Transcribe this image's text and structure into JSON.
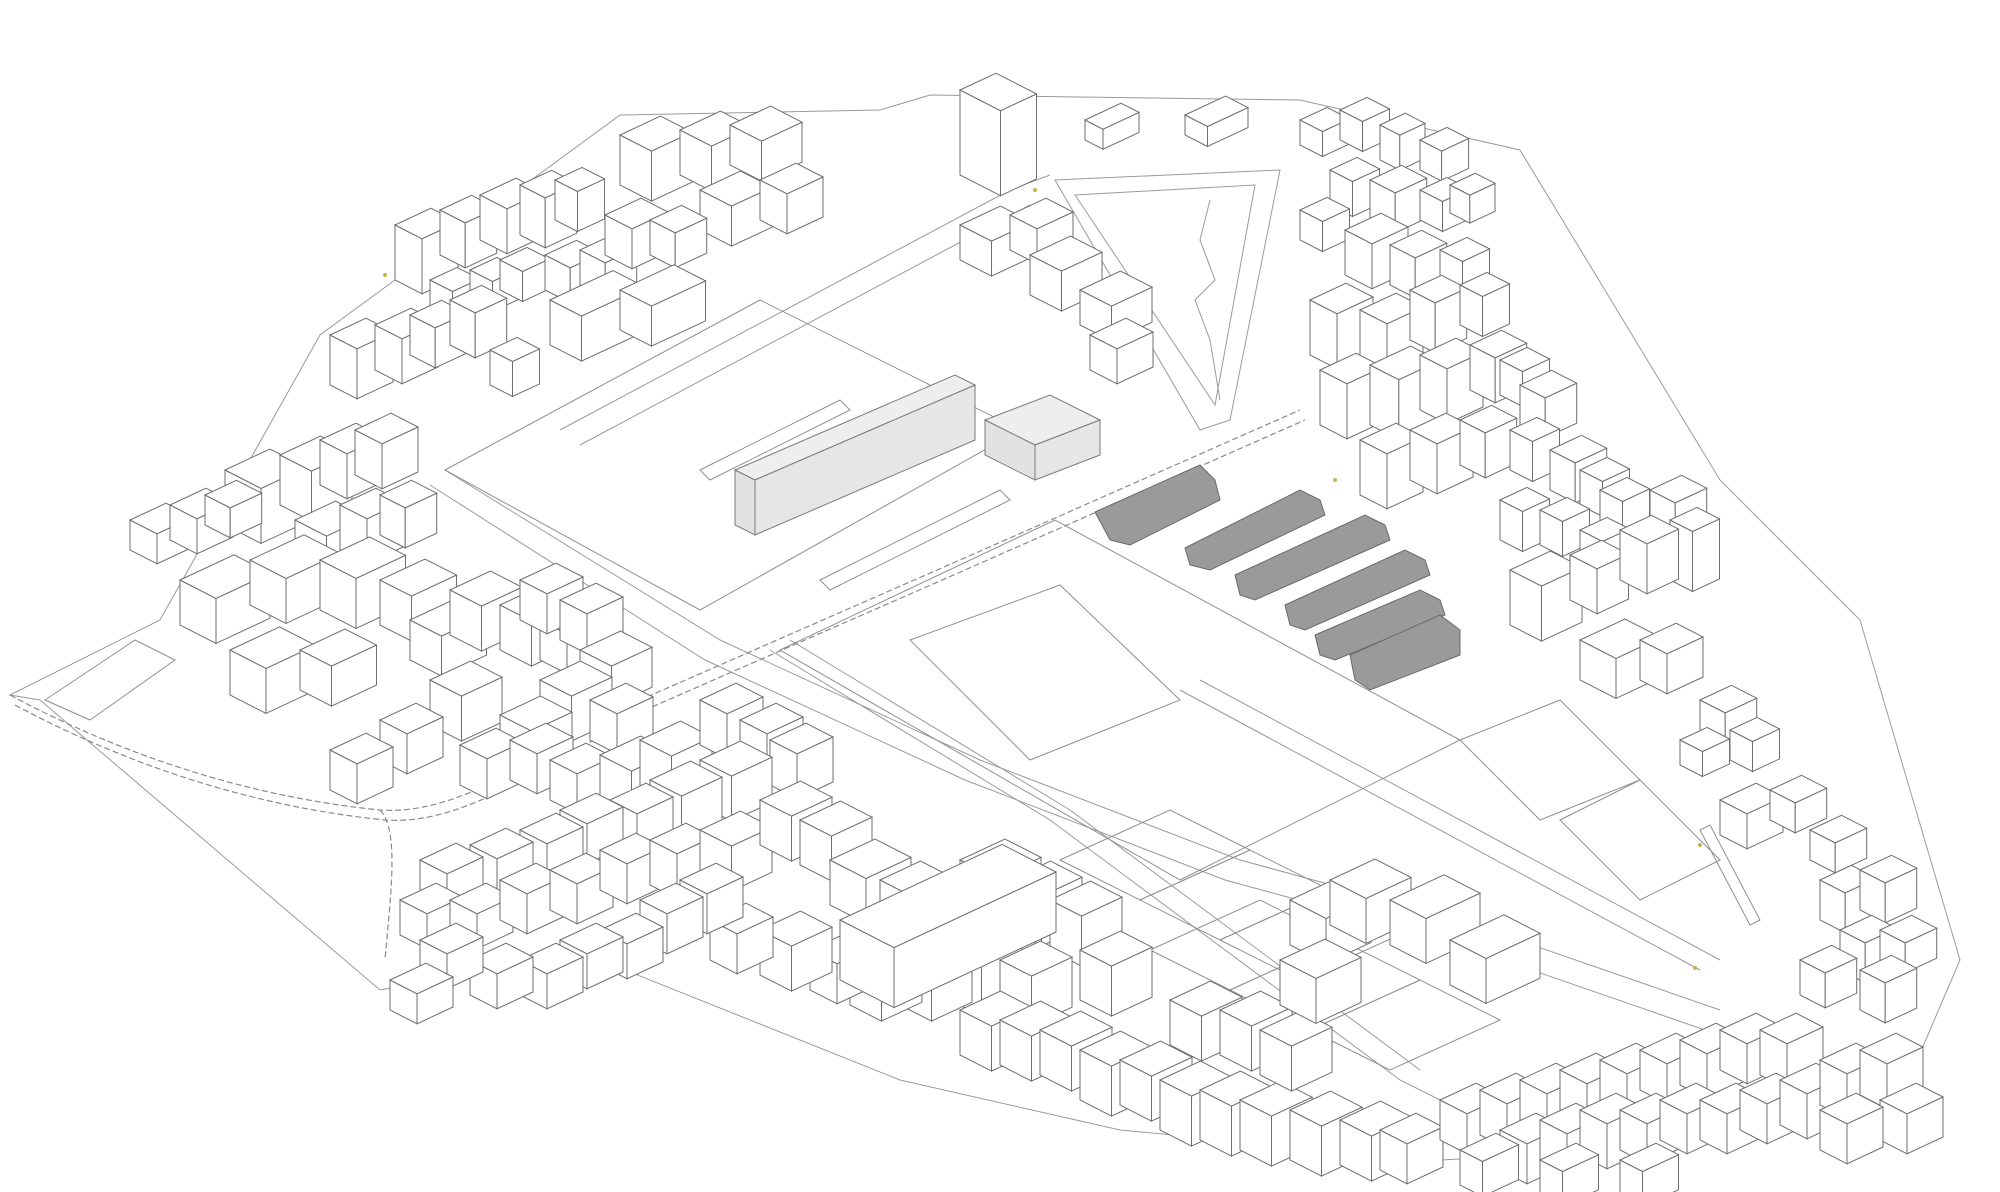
{
  "diagram": {
    "kind": "axonometric-site-plan",
    "colors": {
      "background": "#ffffff",
      "context_line": "#6e6e6e",
      "road_line": "#9a9a9a",
      "highlight_light_top": "#eeeeee",
      "highlight_light_side": "#e2e2e2",
      "highlight_dark_top": "#9a9a9a",
      "highlight_dark_side": "#8a8a8a",
      "marker": "#c9b24a"
    },
    "groups": [
      "context-buildings",
      "road-network",
      "railway",
      "open-field",
      "light-highlighted-buildings",
      "dark-highlighted-buildings"
    ]
  }
}
